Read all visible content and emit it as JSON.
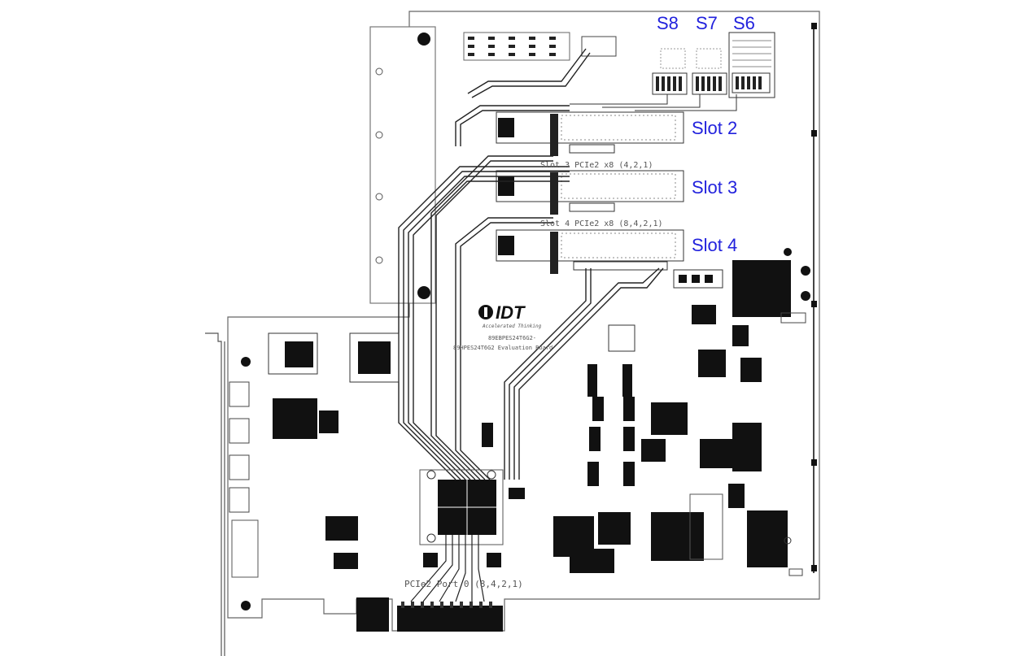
{
  "switch_labels": [
    {
      "id": "s8",
      "text": "S8"
    },
    {
      "id": "s7",
      "text": "S7"
    },
    {
      "id": "s6",
      "text": "S6"
    }
  ],
  "slot_labels": [
    {
      "id": "slot2",
      "text": "Slot 2"
    },
    {
      "id": "slot3",
      "text": "Slot 3"
    },
    {
      "id": "slot4",
      "text": "Slot 4"
    }
  ],
  "connector_silk": {
    "slot3": "Slot 3 PCIe2 x8 (4,2,1)",
    "slot4": "Slot 4 PCIe2 x8 (8,4,2,1)",
    "edge": "PCIe2 Port 0 (8,4,2,1)"
  },
  "logo": {
    "text": "IDT",
    "tagline": "Accelerated Thinking",
    "board_line1": "89EBPES24T6G2-",
    "board_line2": "89HPES24T6G2 Evaluation Board"
  },
  "colors": {
    "callout": "#2222dd",
    "ink": "#111111",
    "outline": "#555555"
  }
}
